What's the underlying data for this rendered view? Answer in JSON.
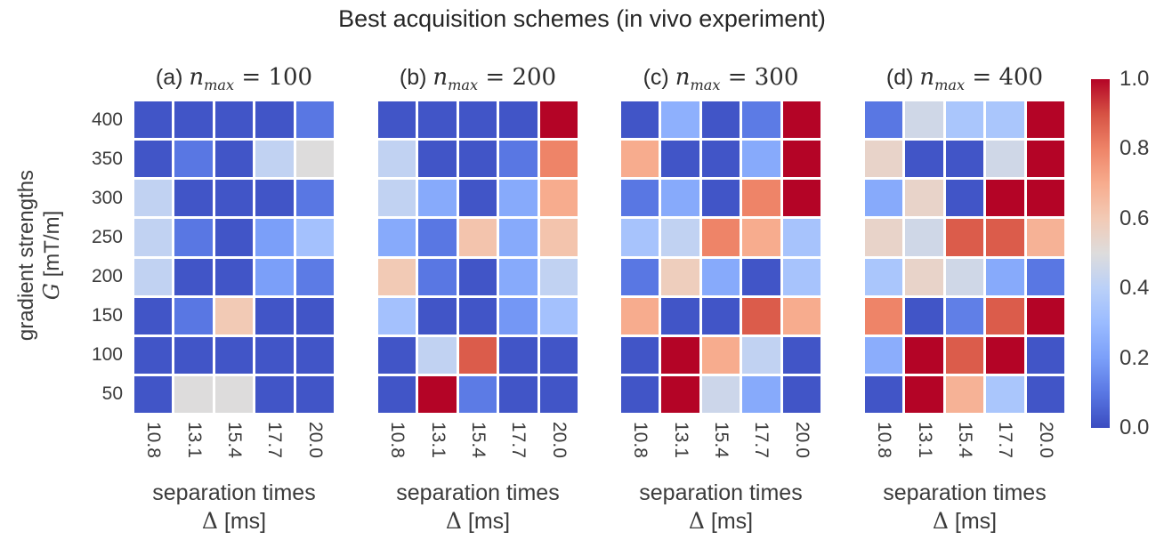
{
  "figure": {
    "title": "Best acquisition schemes (in vivo experiment)",
    "y_axis": {
      "text": "gradient strengths",
      "var": "G",
      "unit": " [mT/m]",
      "ticks": [
        "400",
        "350",
        "300",
        "250",
        "200",
        "150",
        "100",
        "50"
      ]
    },
    "x_axis": {
      "text": "separation times",
      "var": "Δ",
      "unit": " [ms]",
      "ticks": [
        "10.8",
        "13.1",
        "15.4",
        "17.7",
        "20.0"
      ]
    },
    "colorbar": {
      "colormap": "coolwarm",
      "vmin": 0.0,
      "vmax": 1.0,
      "ticks": [
        "0.0",
        "0.2",
        "0.4",
        "0.6",
        "0.8",
        "1.0"
      ],
      "gradient_stops": [
        "#3b4cc0",
        "#5977e3",
        "#7b9ff9",
        "#9abbff",
        "#bad0f8",
        "#dddcdc",
        "#f2cab5",
        "#f7ac8e",
        "#ee8468",
        "#d65244",
        "#b40426"
      ]
    }
  },
  "chart_data": [
    {
      "type": "heatmap",
      "panel_label": "(a)",
      "title": {
        "prefix": "(a)",
        "var": "n",
        "sub": "max",
        "eq": "=",
        "value": "100"
      },
      "x_categories": [
        "10.8",
        "13.1",
        "15.4",
        "17.7",
        "20.0"
      ],
      "y_categories": [
        "400",
        "350",
        "300",
        "250",
        "200",
        "150",
        "100",
        "50"
      ],
      "vmin": 0,
      "vmax": 1,
      "values": [
        [
          0.02,
          0.02,
          0.02,
          0.02,
          0.1
        ],
        [
          0.02,
          0.1,
          0.02,
          0.42,
          0.5
        ],
        [
          0.42,
          0.02,
          0.02,
          0.02,
          0.1
        ],
        [
          0.42,
          0.1,
          0.02,
          0.2,
          0.33
        ],
        [
          0.42,
          0.02,
          0.02,
          0.2,
          0.11
        ],
        [
          0.02,
          0.1,
          0.6,
          0.02,
          0.02
        ],
        [
          0.02,
          0.02,
          0.02,
          0.02,
          0.02
        ],
        [
          0.02,
          0.5,
          0.5,
          0.02,
          0.02
        ]
      ]
    },
    {
      "type": "heatmap",
      "panel_label": "(b)",
      "title": {
        "prefix": "(b)",
        "var": "n",
        "sub": "max",
        "eq": "=",
        "value": "200"
      },
      "x_categories": [
        "10.8",
        "13.1",
        "15.4",
        "17.7",
        "20.0"
      ],
      "y_categories": [
        "400",
        "350",
        "300",
        "250",
        "200",
        "150",
        "100",
        "50"
      ],
      "vmin": 0,
      "vmax": 1,
      "values": [
        [
          0.02,
          0.02,
          0.02,
          0.02,
          1.0
        ],
        [
          0.42,
          0.02,
          0.02,
          0.1,
          0.8
        ],
        [
          0.42,
          0.24,
          0.02,
          0.24,
          0.7
        ],
        [
          0.24,
          0.1,
          0.62,
          0.24,
          0.62
        ],
        [
          0.6,
          0.1,
          0.02,
          0.24,
          0.42
        ],
        [
          0.33,
          0.02,
          0.02,
          0.18,
          0.33
        ],
        [
          0.02,
          0.42,
          0.88,
          0.02,
          0.02
        ],
        [
          0.02,
          1.0,
          0.11,
          0.02,
          0.02
        ]
      ]
    },
    {
      "type": "heatmap",
      "panel_label": "(c)",
      "title": {
        "prefix": "(c)",
        "var": "n",
        "sub": "max",
        "eq": "=",
        "value": "300"
      },
      "x_categories": [
        "10.8",
        "13.1",
        "15.4",
        "17.7",
        "20.0"
      ],
      "y_categories": [
        "400",
        "350",
        "300",
        "250",
        "200",
        "150",
        "100",
        "50"
      ],
      "vmin": 0,
      "vmax": 1,
      "values": [
        [
          0.02,
          0.26,
          0.02,
          0.11,
          1.0
        ],
        [
          0.7,
          0.02,
          0.02,
          0.24,
          1.0
        ],
        [
          0.1,
          0.24,
          0.02,
          0.8,
          1.0
        ],
        [
          0.34,
          0.42,
          0.8,
          0.7,
          0.34
        ],
        [
          0.1,
          0.58,
          0.24,
          0.02,
          0.34
        ],
        [
          0.7,
          0.02,
          0.02,
          0.88,
          0.7
        ],
        [
          0.02,
          1.0,
          0.7,
          0.42,
          0.02
        ],
        [
          0.02,
          1.0,
          0.45,
          0.24,
          0.02
        ]
      ]
    },
    {
      "type": "heatmap",
      "panel_label": "(d)",
      "title": {
        "prefix": "(d)",
        "var": "n",
        "sub": "max",
        "eq": "=",
        "value": "400"
      },
      "x_categories": [
        "10.8",
        "13.1",
        "15.4",
        "17.7",
        "20.0"
      ],
      "y_categories": [
        "400",
        "350",
        "300",
        "250",
        "200",
        "150",
        "100",
        "50"
      ],
      "vmin": 0,
      "vmax": 1,
      "values": [
        [
          0.1,
          0.46,
          0.35,
          0.35,
          1.0
        ],
        [
          0.55,
          0.02,
          0.02,
          0.46,
          1.0
        ],
        [
          0.24,
          0.55,
          0.02,
          1.0,
          1.0
        ],
        [
          0.55,
          0.46,
          0.88,
          0.88,
          0.68
        ],
        [
          0.35,
          0.55,
          0.46,
          0.24,
          0.1
        ],
        [
          0.8,
          0.02,
          0.12,
          0.88,
          1.0
        ],
        [
          0.25,
          1.0,
          0.88,
          1.0,
          0.02
        ],
        [
          0.02,
          1.0,
          0.68,
          0.35,
          0.02
        ]
      ]
    }
  ]
}
